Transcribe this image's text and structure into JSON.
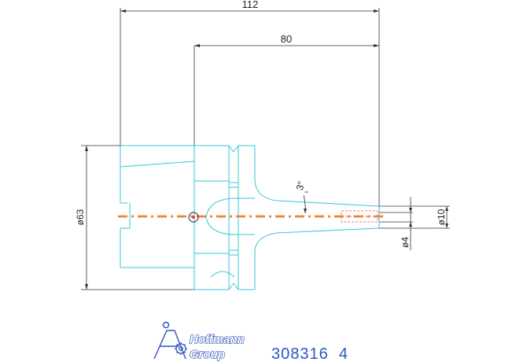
{
  "drawing": {
    "dimensions": {
      "overall_length": "112",
      "gauge_length": "80",
      "flange_diameter": "ø63",
      "nose_diameter": "ø10",
      "bore_diameter": "ø4",
      "taper_angle": "3°"
    },
    "colors": {
      "outline": "#35c6d8",
      "dimension": "#333333",
      "centerline_orange": "#f2a444",
      "centerline_red": "#e0493c",
      "logo_blue": "#2d54c4"
    }
  },
  "footer": {
    "brand_line1": "Hoffmann",
    "brand_line2": "Group",
    "part_number": "308316  4"
  }
}
